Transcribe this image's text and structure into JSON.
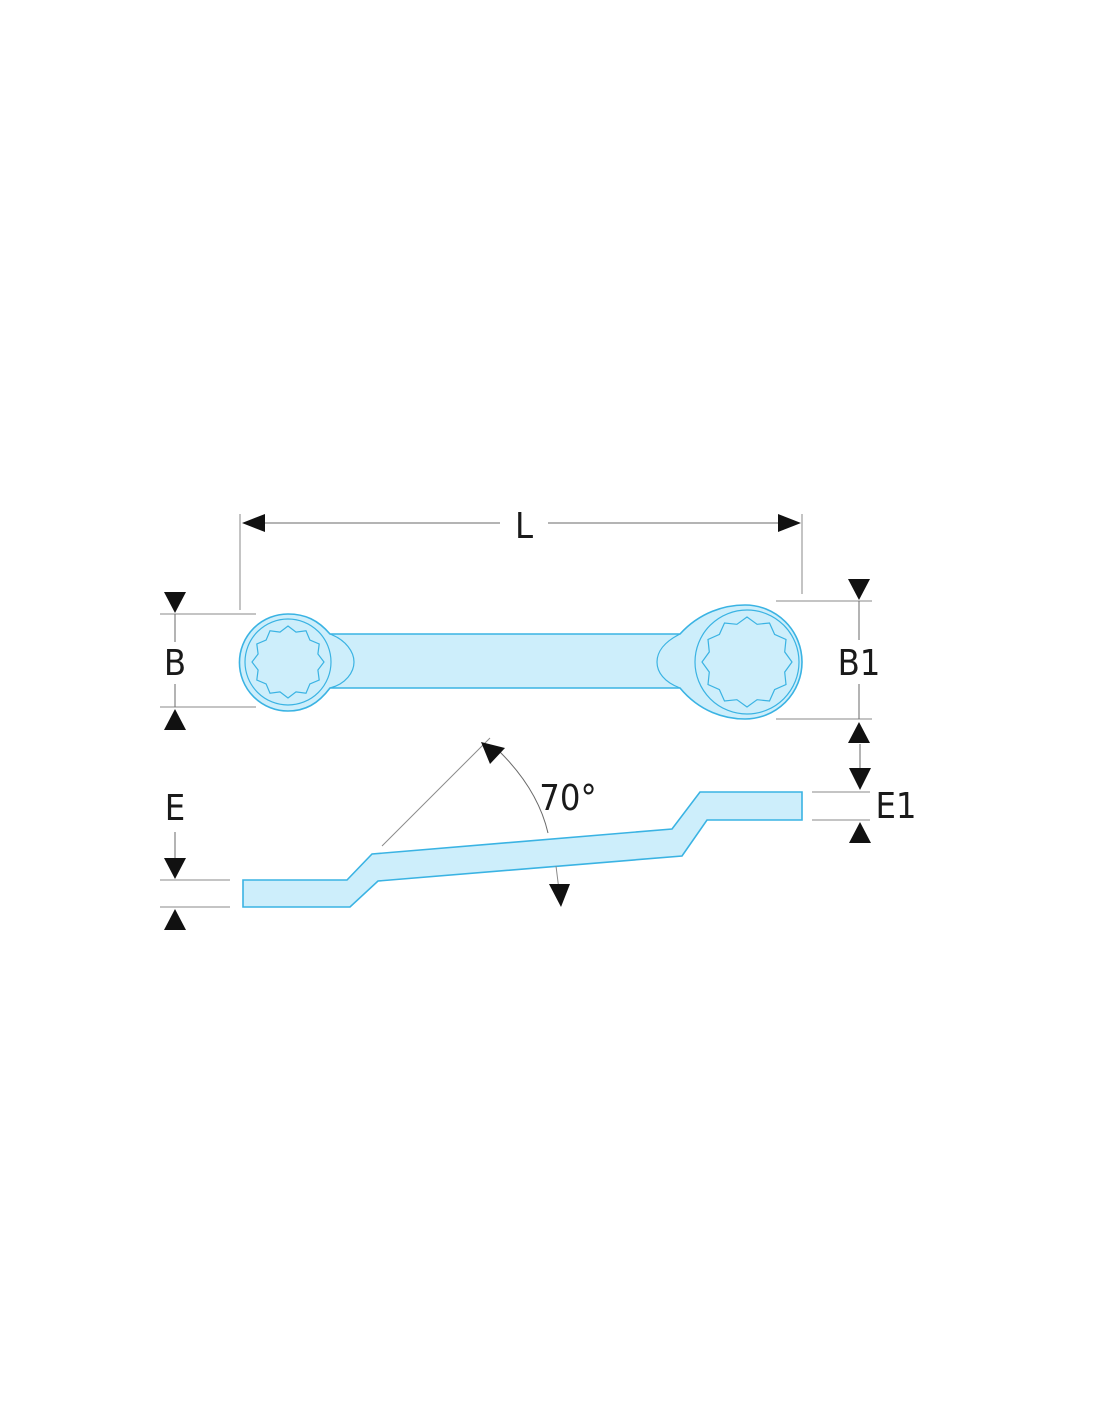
{
  "labels": {
    "length": "L",
    "head_width_left": "B",
    "head_width_right": "B1",
    "thickness_left": "E",
    "thickness_right": "E1",
    "offset_angle": "70°"
  },
  "colors": {
    "wrench_fill": "#cdeefb",
    "wrench_stroke": "#3ab3e3",
    "arrow": "#111111",
    "line": "#8a8a8a"
  }
}
